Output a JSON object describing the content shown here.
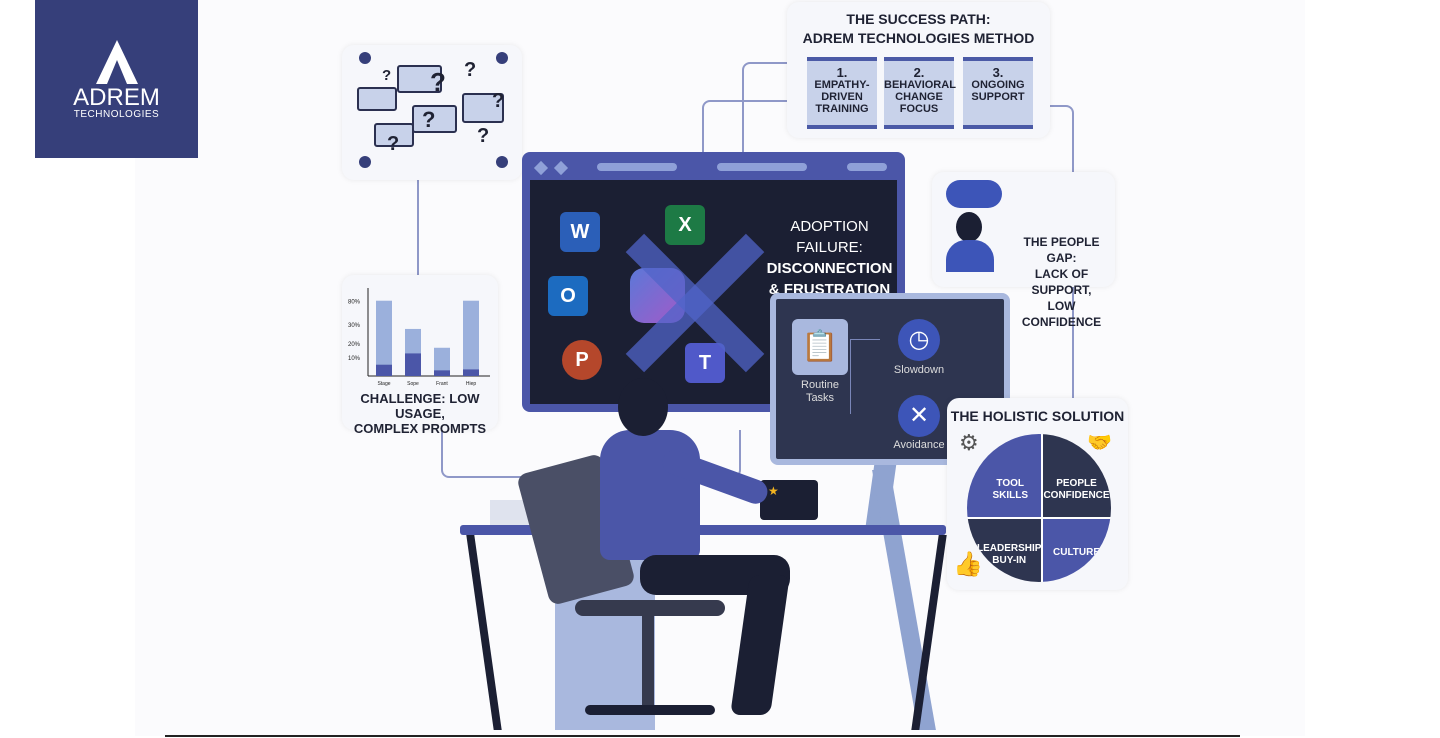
{
  "logo": {
    "name": "ADREM",
    "sub": "TECHNOLOGIES"
  },
  "success": {
    "title1": "THE SUCCESS PATH:",
    "title2": "ADREM TECHNOLOGIES METHOD",
    "steps": [
      {
        "n": "1.",
        "l1": "EMPATHY-",
        "l2": "DRIVEN",
        "l3": "TRAINING"
      },
      {
        "n": "2.",
        "l1": "BEHAVIORAL",
        "l2": "CHANGE",
        "l3": "FOCUS"
      },
      {
        "n": "3.",
        "l1": "ONGOING",
        "l2": "SUPPORT",
        "l3": ""
      }
    ]
  },
  "people_gap": {
    "t1": "THE PEOPLE GAP:",
    "t2": "LACK OF SUPPORT,",
    "t3": "LOW CONFIDENCE"
  },
  "monitor": {
    "t1": "ADOPTION FAILURE:",
    "t2": "DISCONNECTION",
    "t3": "& FRUSTRATION",
    "apps": [
      "W",
      "X",
      "O",
      "P",
      "T"
    ]
  },
  "flow": {
    "routine1": "Routine",
    "routine2": "Tasks",
    "slowdown": "Slowdown",
    "avoidance": "Avoidance"
  },
  "challenge": {
    "t1": "CHALLENGE: LOW USAGE,",
    "t2": "COMPLEX PROMPTS"
  },
  "chart_data": {
    "type": "bar",
    "yticks": [
      "80%",
      "30%",
      "20%",
      "10%"
    ],
    "categories": [
      "Stage",
      "Sope",
      "Frant",
      "Hiep"
    ],
    "series": [
      {
        "values": [
          80,
          50,
          30,
          80
        ]
      },
      {
        "values": [
          12,
          24,
          6,
          7
        ]
      }
    ],
    "ylim": [
      0,
      85
    ]
  },
  "holistic": {
    "title": "THE HOLISTIC SOLUTION",
    "q": [
      {
        "l1": "TOOL",
        "l2": "SKILLS"
      },
      {
        "l1": "PEOPLE",
        "l2": "CONFIDENCE"
      },
      {
        "l1": "LEADERSHIP",
        "l2": "BUY-IN"
      },
      {
        "l1": "CULTURE",
        "l2": ""
      }
    ]
  },
  "colors": {
    "navy": "#363f7a",
    "accent": "#4b5aa6",
    "dark": "#1b1f33"
  }
}
